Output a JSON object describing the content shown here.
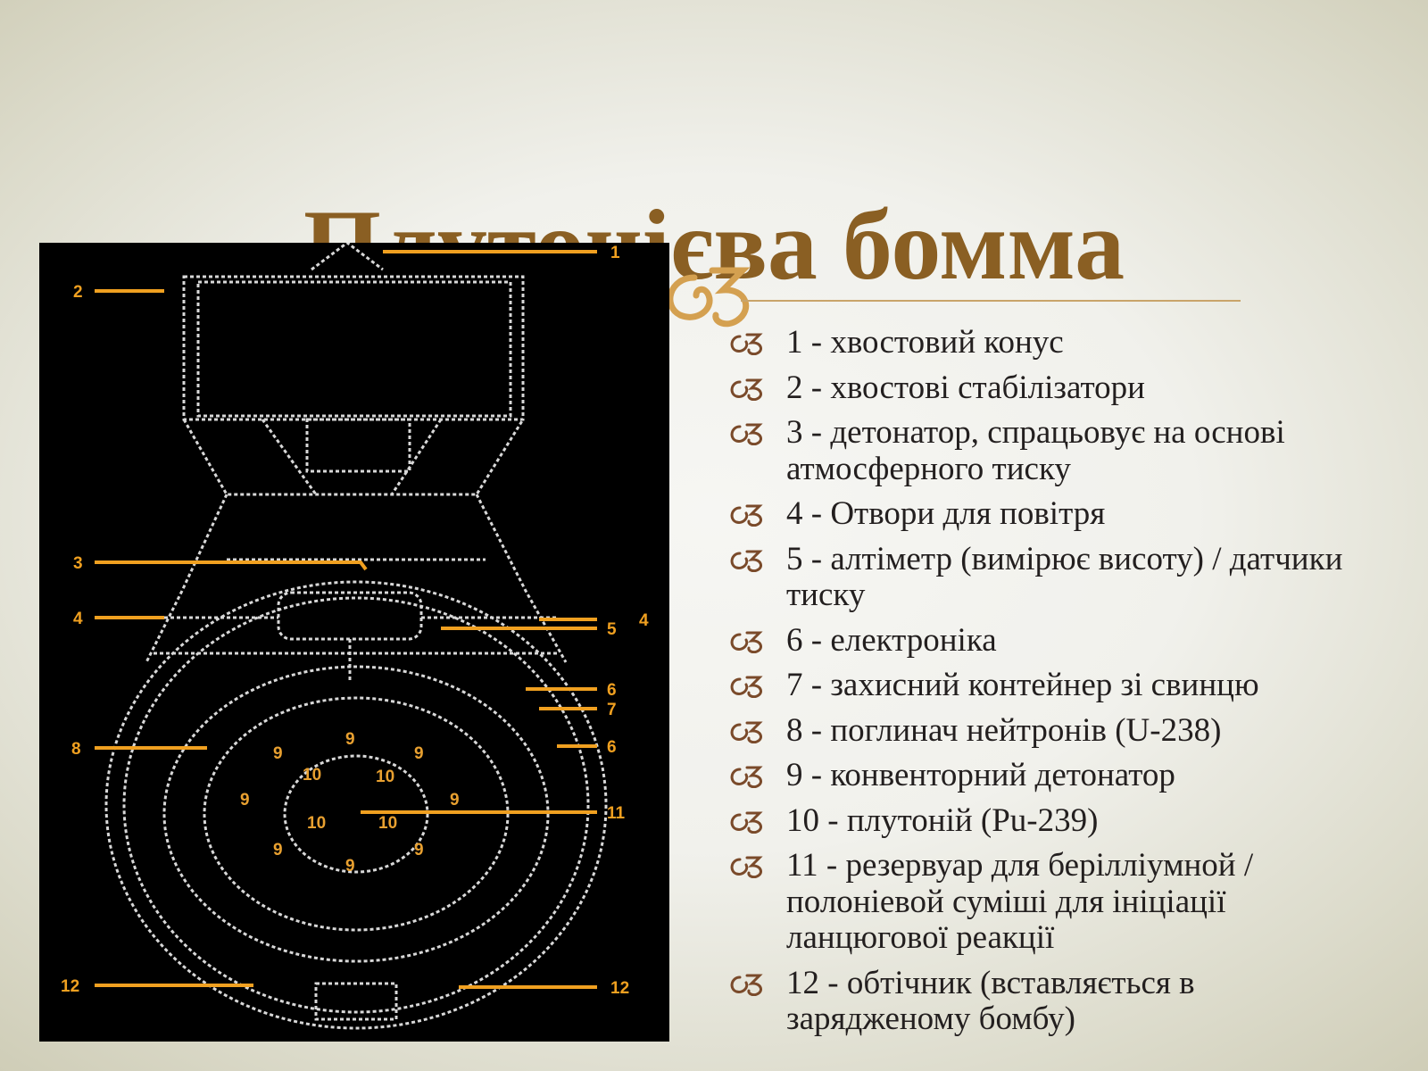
{
  "slide": {
    "title": "Плутонієва бомма",
    "accent_color": "#8a5f23",
    "bullet_icon": "curly-ornament-icon"
  },
  "diagram": {
    "background": "#000000",
    "callout_color": "#f0a020",
    "labels": {
      "left": [
        "2",
        "3",
        "4",
        "8",
        "12"
      ],
      "right": [
        "1",
        "4",
        "5",
        "6",
        "7",
        "6",
        "11",
        "12"
      ],
      "inner": [
        "9",
        "9",
        "9",
        "9",
        "9",
        "9",
        "9",
        "9",
        "10",
        "10",
        "10",
        "10"
      ]
    }
  },
  "legend": {
    "items": [
      "1 - хвостовий конус",
      "2 - хвостові стабілізатори",
      "3 - детонатор, спрацьовує на основі атмосферного тиску",
      "4 - Отвори для повітря",
      "5 - алтіметр (вимірює висоту) / датчики тиску",
      "6 - електроніка",
      "7 - захисний контейнер зі свинцю",
      "8 - поглинач нейтронів (U-238)",
      "9 - конвенторний детонатор",
      "10 - плутоній (Pu-239)",
      "11 - резервуар для берілліумной / полоніевой суміші для ініціації ланцюгової реакції",
      "12 - обтічник (вставляється в зарядженому бомбу)"
    ]
  }
}
